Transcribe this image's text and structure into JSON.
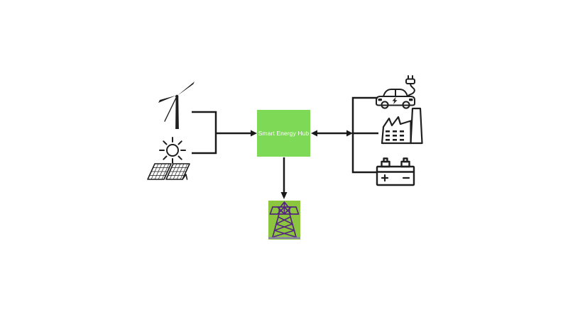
{
  "diagram": {
    "hub": {
      "label": "Smart Energy Hub"
    },
    "sources": [
      {
        "id": "wind",
        "icon": "wind-turbine-icon"
      },
      {
        "id": "solar",
        "icon": "sun-icon"
      },
      {
        "id": "solar-array",
        "icon": "solar-panel-icon"
      }
    ],
    "consumers": [
      {
        "id": "electric-vehicle",
        "icon": "electric-car-icon"
      },
      {
        "id": "factory",
        "icon": "factory-icon"
      },
      {
        "id": "battery-storage",
        "icon": "battery-icon"
      }
    ],
    "grid": {
      "id": "power-grid",
      "icon": "transmission-tower-icon"
    },
    "colors": {
      "background": "#FFFFFF",
      "line": "#1A1A1A",
      "hub_fill": "#7ED957",
      "hub_text": "#FFFFFF",
      "tower_fill": "#8CC63F",
      "tower_stroke": "#54267E",
      "tower_ground": "#8B80AB"
    }
  }
}
